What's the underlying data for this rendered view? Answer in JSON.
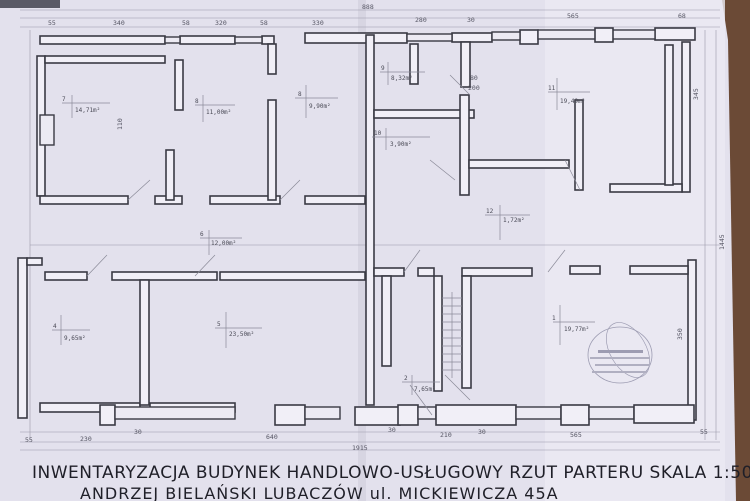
{
  "title": {
    "line1": "INWENTARYZACJA BUDYNEK HANDLOWO-USŁUGOWY RZUT PARTERU SKALA 1:50",
    "line2": "ANDRZEJ BIELAŃSKI LUBACZÓW ul. MICKIEWICZA 45A"
  },
  "rooms": [
    {
      "no": "7",
      "area": "14,71m²"
    },
    {
      "no": "8",
      "area": "11,00m²"
    },
    {
      "no": "8",
      "area": "9,90m²"
    },
    {
      "no": "9",
      "area": "8,32m²"
    },
    {
      "no": "10",
      "area": "3,90m²"
    },
    {
      "no": "11",
      "area": "19,49m²"
    },
    {
      "no": "12",
      "area": "1,72m²"
    },
    {
      "no": "6",
      "area": "12,00m²"
    },
    {
      "no": "4",
      "area": "9,65m²"
    },
    {
      "no": "5",
      "area": "23,50m²"
    },
    {
      "no": "2",
      "area": "7,65m²"
    },
    {
      "no": "1",
      "area": "19,77m²"
    }
  ],
  "dimensions": {
    "top": [
      "55",
      "340",
      "58",
      "320",
      "58",
      "330",
      "888",
      "280",
      "30",
      "565",
      "68"
    ],
    "bottom": [
      "55",
      "230",
      "30",
      "640",
      "1915",
      "30",
      "210",
      "30",
      "565",
      "55"
    ],
    "side": [
      "345",
      "350",
      "1445",
      "110",
      "80",
      "200"
    ]
  }
}
